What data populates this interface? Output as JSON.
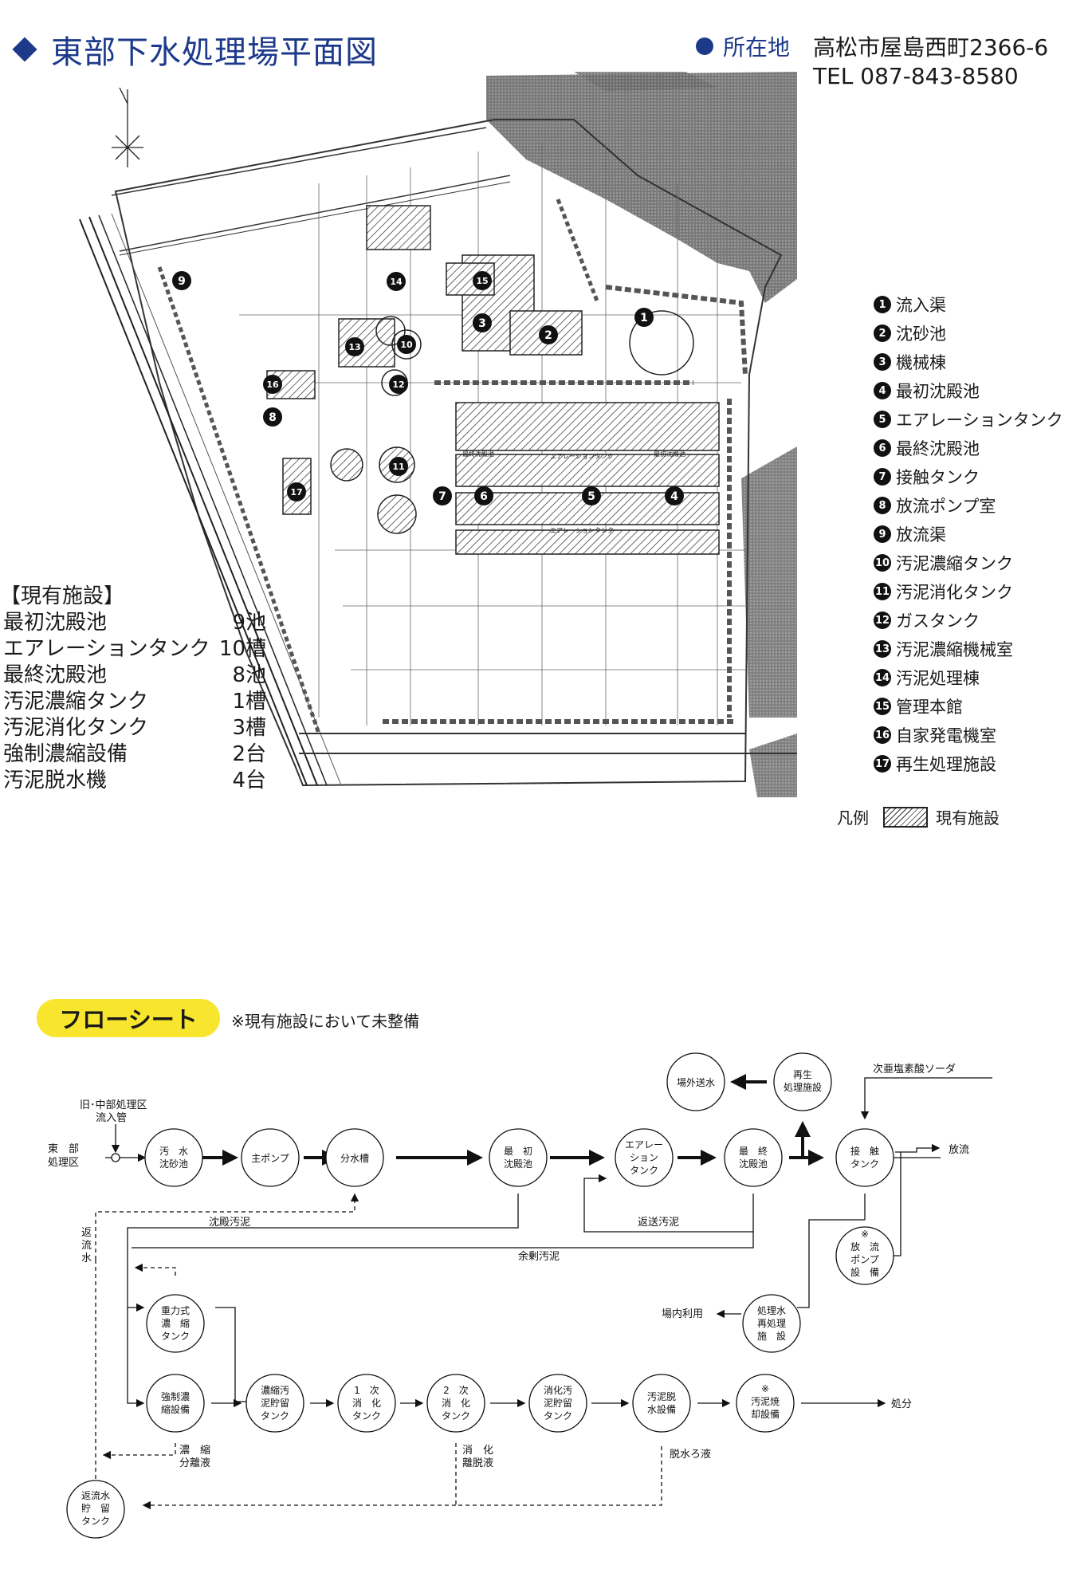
{
  "header": {
    "title": "東部下水処理場平面図"
  },
  "address": {
    "label": "所在地",
    "line1": "高松市屋島西町2366-6",
    "line2": "TEL 087-843-8580"
  },
  "legend": {
    "items": [
      {
        "num": "1",
        "label": "流入渠"
      },
      {
        "num": "2",
        "label": "沈砂池"
      },
      {
        "num": "3",
        "label": "機械棟"
      },
      {
        "num": "4",
        "label": "最初沈殿池"
      },
      {
        "num": "5",
        "label": "エアレーションタンク"
      },
      {
        "num": "6",
        "label": "最終沈殿池"
      },
      {
        "num": "7",
        "label": "接触タンク"
      },
      {
        "num": "8",
        "label": "放流ポンプ室"
      },
      {
        "num": "9",
        "label": "放流渠"
      },
      {
        "num": "10",
        "label": "汚泥濃縮タンク"
      },
      {
        "num": "11",
        "label": "汚泥消化タンク"
      },
      {
        "num": "12",
        "label": "ガスタンク"
      },
      {
        "num": "13",
        "label": "汚泥濃縮機械室"
      },
      {
        "num": "14",
        "label": "汚泥処理棟"
      },
      {
        "num": "15",
        "label": "管理本館"
      },
      {
        "num": "16",
        "label": "自家発電機室"
      },
      {
        "num": "17",
        "label": "再生処理施設"
      }
    ],
    "key_label": "凡例",
    "key_text": "現有施設"
  },
  "facilities": {
    "heading": "【現有施設】",
    "rows": [
      {
        "name": "最初沈殿池",
        "count": "9池"
      },
      {
        "name": "エアレーションタンク",
        "count": "10槽"
      },
      {
        "name": "最終沈殿池",
        "count": "8池"
      },
      {
        "name": "汚泥濃縮タンク",
        "count": "1槽"
      },
      {
        "name": "汚泥消化タンク",
        "count": "3槽"
      },
      {
        "name": "強制濃縮設備",
        "count": "2台"
      },
      {
        "name": "汚泥脱水機",
        "count": "4台"
      }
    ]
  },
  "map_labels": {
    "num5_tank_upper": "エアレーションタンク",
    "num5_tank_lower": "エアレーションタンク",
    "num4_upper": "最初沈殿池",
    "num6_upper": "最終沈殿池"
  },
  "flow": {
    "badge": "フローシート",
    "note": "※現有施設において未整備",
    "nodes": {
      "n_suika": [
        "汚　水",
        "沈砂池"
      ],
      "n_pump": [
        "主ポンプ"
      ],
      "n_bunsui": [
        "分水槽"
      ],
      "n_saisho": [
        "最　初",
        "沈殿池"
      ],
      "n_aeration": [
        "エアレー",
        "ション",
        "タンク"
      ],
      "n_saishu": [
        "最　終",
        "沈殿池"
      ],
      "n_sesshoku": [
        "接　触",
        "タンク"
      ],
      "n_saisei": [
        "再生",
        "処理施設"
      ],
      "n_jogai": [
        "場外送水"
      ],
      "n_horyu_pump": [
        "※",
        "放　流",
        "ポンプ",
        "設　備"
      ],
      "n_shorisui": [
        "処理水",
        "再処理",
        "施　設"
      ],
      "n_juryoku": [
        "重力式",
        "濃　縮",
        "タンク"
      ],
      "n_kyosei": [
        "強制濃",
        "縮設備"
      ],
      "n_noshuku_chozo": [
        "濃縮汚",
        "泥貯留",
        "タンク"
      ],
      "n_ichiji": [
        "1　次",
        "消　化",
        "タンク"
      ],
      "n_niji": [
        "2　次",
        "消　化",
        "タンク"
      ],
      "n_shoka_chozo": [
        "消化汚",
        "泥貯留",
        "タンク"
      ],
      "n_dassui": [
        "汚泥脱",
        "水設備"
      ],
      "n_shokyaku": [
        "※",
        "汚泥焼",
        "却設備"
      ],
      "n_henryu_chozo": [
        "返流水",
        "貯　留",
        "タンク"
      ]
    },
    "labels": {
      "tobu": [
        "東　部",
        "処理区"
      ],
      "kyu": [
        "旧･中部処理区",
        "流入管"
      ],
      "jiaen": "次亜塩素酸ソーダ",
      "horyu": "放流",
      "chinden_odei": "沈殿汚泥",
      "henso_odei": "返送汚泥",
      "yojo_odei": "余剰汚泥",
      "henryusui": [
        "返",
        "流",
        "水"
      ],
      "jonai": "場内利用",
      "shobun": "処分",
      "noshuku_bunri": [
        "濃　縮",
        "分離液"
      ],
      "shoka_ridatsu": [
        "消　化",
        "離脱液"
      ],
      "dassui_roeki": "脱水ろ液"
    }
  }
}
